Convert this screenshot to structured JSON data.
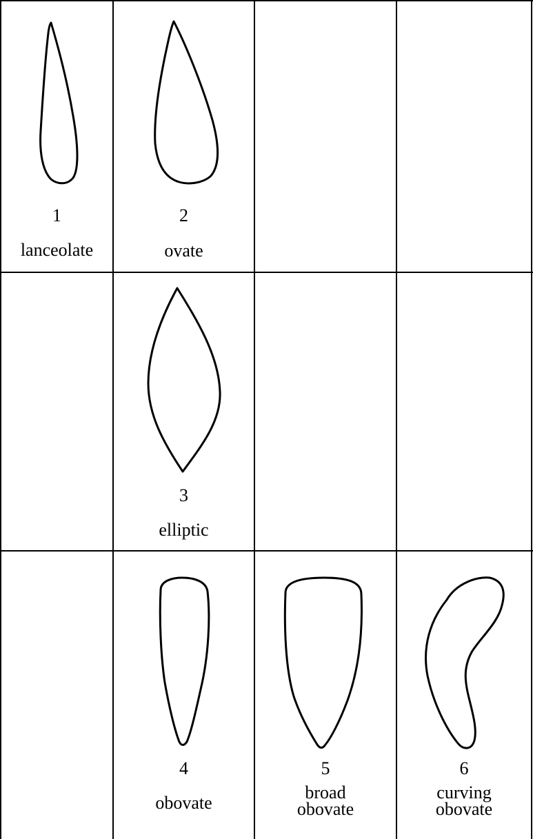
{
  "shapes": [
    {
      "number": "1",
      "label": "lanceolate",
      "icon": "lanceolate-leaf-icon"
    },
    {
      "number": "2",
      "label": "ovate",
      "icon": "ovate-leaf-icon"
    },
    {
      "number": "3",
      "label": "elliptic",
      "icon": "elliptic-leaf-icon"
    },
    {
      "number": "4",
      "label": "obovate",
      "icon": "obovate-leaf-icon"
    },
    {
      "number": "5",
      "label_line1": "broad",
      "label_line2": "obovate",
      "icon": "broad-obovate-leaf-icon"
    },
    {
      "number": "6",
      "label_line1": "curving",
      "label_line2": "obovate",
      "icon": "curving-obovate-leaf-icon"
    }
  ]
}
